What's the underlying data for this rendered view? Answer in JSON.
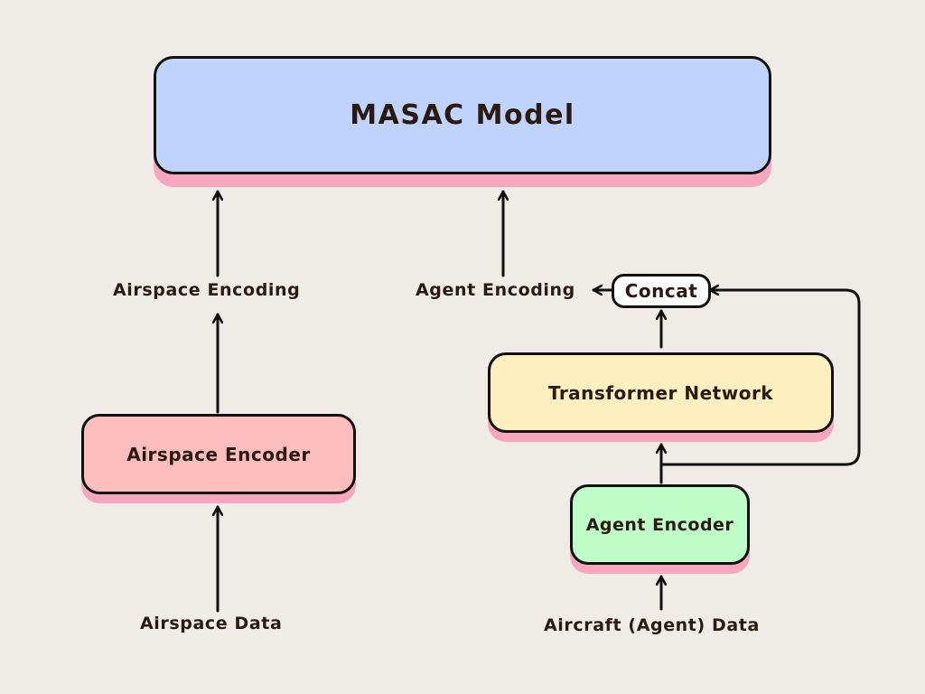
{
  "colors": {
    "background": "#efebe7",
    "model_fill": "#bfd3fd",
    "airspace_encoder_fill": "#fdbdbd",
    "transformer_fill": "#feefbf",
    "agent_encoder_fill": "#befdc8",
    "concat_fill": "#ffffff",
    "shadow": "#f8a6bf",
    "text": "#2b1a12",
    "stroke": "#111111"
  },
  "nodes": {
    "model": "MASAC Model",
    "airspace_encoder": "Airspace Encoder",
    "transformer": "Transformer Network",
    "agent_encoder": "Agent Encoder",
    "concat": "Concat"
  },
  "labels": {
    "airspace_encoding": "Airspace Encoding",
    "agent_encoding": "Agent Encoding",
    "airspace_data": "Airspace Data",
    "aircraft_data": "Aircraft (Agent) Data"
  },
  "edges": [
    {
      "from": "airspace_data",
      "to": "airspace_encoder"
    },
    {
      "from": "airspace_encoder",
      "to": "airspace_encoding"
    },
    {
      "from": "airspace_encoding",
      "to": "model"
    },
    {
      "from": "aircraft_data",
      "to": "agent_encoder"
    },
    {
      "from": "agent_encoder",
      "to": "transformer"
    },
    {
      "from": "agent_encoder",
      "to": "concat"
    },
    {
      "from": "transformer",
      "to": "concat"
    },
    {
      "from": "concat",
      "to": "agent_encoding"
    },
    {
      "from": "agent_encoding",
      "to": "model"
    }
  ]
}
